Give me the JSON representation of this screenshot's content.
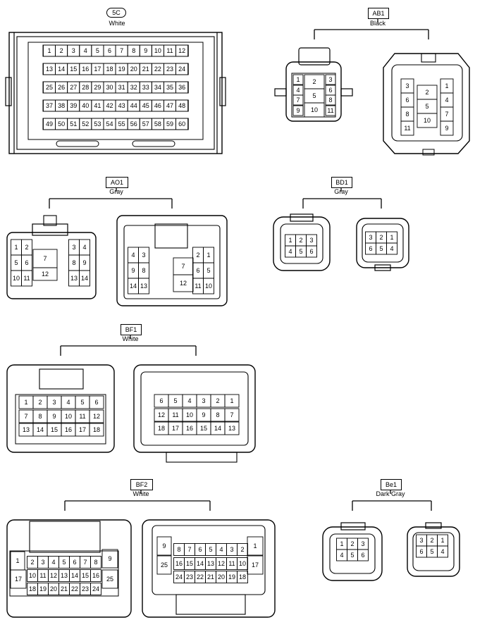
{
  "connectors": [
    {
      "id": "5C",
      "color": "White",
      "rows": [
        [
          "1",
          "2",
          "3",
          "4",
          "5",
          "6",
          "7",
          "8",
          "9",
          "10",
          "11",
          "12"
        ],
        [
          "13",
          "14",
          "15",
          "16",
          "17",
          "18",
          "19",
          "20",
          "21",
          "22",
          "23",
          "24"
        ],
        [
          "25",
          "26",
          "27",
          "28",
          "29",
          "30",
          "31",
          "32",
          "33",
          "34",
          "35",
          "36"
        ],
        [
          "37",
          "38",
          "39",
          "40",
          "41",
          "42",
          "43",
          "44",
          "45",
          "46",
          "47",
          "48"
        ],
        [
          "49",
          "50",
          "51",
          "52",
          "53",
          "54",
          "55",
          "56",
          "57",
          "58",
          "59",
          "60"
        ]
      ]
    },
    {
      "id": "AB1",
      "color": "Black",
      "left_pins": [
        "1",
        "4",
        "7",
        "9",
        "2",
        "5",
        "10",
        "3",
        "6",
        "8",
        "11"
      ],
      "right_pins": [
        "3",
        "6",
        "8",
        "11",
        "2",
        "5",
        "10",
        "1",
        "4",
        "7",
        "9"
      ]
    },
    {
      "id": "AO1",
      "color": "Gray",
      "left_pins": [
        "1",
        "2",
        "5",
        "6",
        "10",
        "11",
        "7",
        "12",
        "3",
        "4",
        "8",
        "9",
        "13",
        "14"
      ],
      "right_pins": [
        "4",
        "3",
        "9",
        "8",
        "14",
        "13",
        "7",
        "12",
        "2",
        "1",
        "6",
        "5",
        "11",
        "10"
      ]
    },
    {
      "id": "BD1",
      "color": "Gray",
      "left_pins": [
        "1",
        "2",
        "3",
        "4",
        "5",
        "6"
      ],
      "right_pins": [
        "3",
        "2",
        "1",
        "6",
        "5",
        "4"
      ]
    },
    {
      "id": "BF1",
      "color": "White",
      "left_pins": [
        "1",
        "2",
        "3",
        "4",
        "5",
        "6",
        "7",
        "8",
        "9",
        "10",
        "11",
        "12",
        "13",
        "14",
        "15",
        "16",
        "17",
        "18"
      ],
      "right_pins": [
        "6",
        "5",
        "4",
        "3",
        "2",
        "1",
        "12",
        "11",
        "10",
        "9",
        "8",
        "7",
        "18",
        "17",
        "16",
        "15",
        "14",
        "13"
      ]
    },
    {
      "id": "BF2",
      "color": "White",
      "left_pins": [
        "1",
        "2",
        "3",
        "4",
        "5",
        "6",
        "7",
        "8",
        "9",
        "10",
        "11",
        "12",
        "13",
        "14",
        "15",
        "16",
        "17",
        "18",
        "19",
        "20",
        "21",
        "22",
        "23",
        "24",
        "25"
      ],
      "right_pins": [
        "9",
        "8",
        "7",
        "6",
        "5",
        "4",
        "3",
        "2",
        "1",
        "25",
        "16",
        "15",
        "14",
        "13",
        "12",
        "11",
        "10",
        "17",
        "24",
        "23",
        "22",
        "21",
        "20",
        "19",
        "18"
      ]
    },
    {
      "id": "Be1",
      "color": "Dark Gray",
      "left_pins": [
        "1",
        "2",
        "3",
        "4",
        "5",
        "6"
      ],
      "right_pins": [
        "3",
        "2",
        "1",
        "6",
        "5",
        "4"
      ]
    }
  ]
}
